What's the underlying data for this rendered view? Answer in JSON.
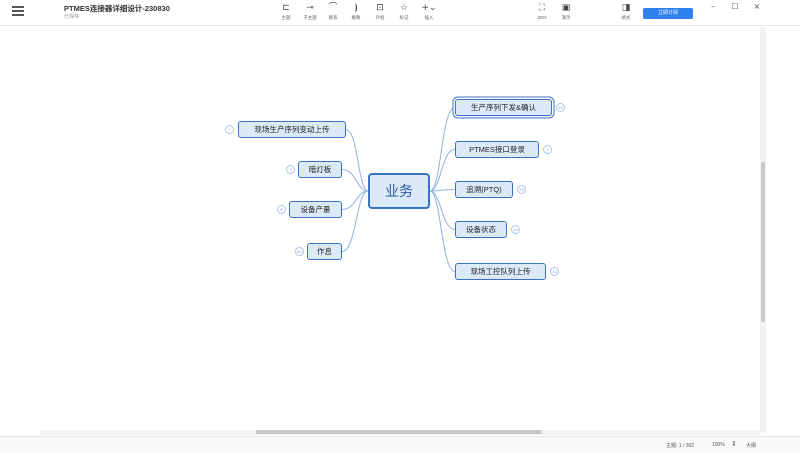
{
  "app": {
    "doc_title": "PTMES连接器详细设计-230830",
    "doc_status": "已保存"
  },
  "toolbar": {
    "items": [
      {
        "label": "主题",
        "icon": "topic-icon",
        "glyph": "⊏"
      },
      {
        "label": "子主题",
        "icon": "subtopic-icon",
        "glyph": "⊸"
      },
      {
        "label": "联系",
        "icon": "relationship-icon",
        "glyph": "⌒"
      },
      {
        "label": "概要",
        "icon": "summary-icon",
        "glyph": "⦘"
      },
      {
        "label": "外框",
        "icon": "boundary-icon",
        "glyph": "⊡"
      },
      {
        "label": "标记",
        "icon": "marker-icon",
        "glyph": "☆"
      },
      {
        "label": "插入",
        "icon": "insert-icon",
        "glyph": "+⌄"
      }
    ],
    "right_items": [
      {
        "label": "ZEN",
        "icon": "zen-mode-icon",
        "glyph": "⛶"
      },
      {
        "label": "演示",
        "icon": "presentation-icon",
        "glyph": "▣"
      },
      {
        "label": "格式",
        "icon": "format-panel-icon",
        "glyph": "◨"
      }
    ],
    "subscribe_label": "立即订阅"
  },
  "window": {
    "minimize": "–",
    "maximize": "☐",
    "close": "×"
  },
  "mindmap": {
    "root": "业务",
    "right_topics": [
      {
        "label": "生产序列下发&确认",
        "badge": "16"
      },
      {
        "label": "PTMES接口登录",
        "badge": "3"
      },
      {
        "label": "追溯(PTQ)",
        "badge": "23"
      },
      {
        "label": "设备状态",
        "badge": "13"
      },
      {
        "label": "现场工控队列上传",
        "badge": "13"
      }
    ],
    "left_topics": [
      {
        "label": "现场生产序列变动上传",
        "badge": "7"
      },
      {
        "label": "暗灯板",
        "badge": "7"
      },
      {
        "label": "设备产量",
        "badge": "8"
      },
      {
        "label": "作息",
        "badge": "40"
      }
    ],
    "colors": {
      "node_border": "#3b73c4",
      "node_fill": "#dce9f9",
      "connector": "#8fb1de"
    }
  },
  "status": {
    "topic_count": "主题: 1 / 302",
    "zoom": "100%",
    "zoom_stepper": "⇕",
    "view": "大纲"
  }
}
